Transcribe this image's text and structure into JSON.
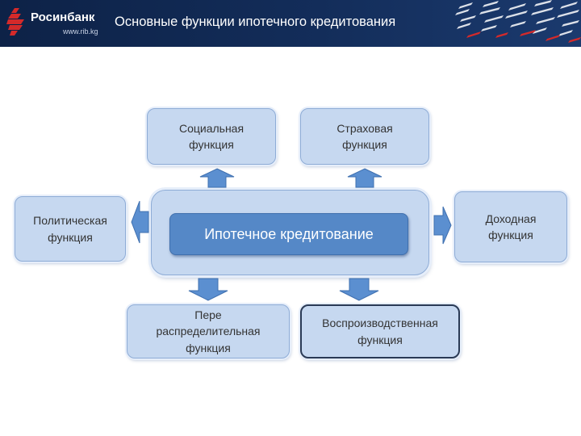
{
  "header": {
    "logo_name": "Росинбанк",
    "logo_url": "www.rib.kg",
    "title": "Основные функции ипотечного кредитования"
  },
  "diagram": {
    "center": "Ипотечное кредитование",
    "top_left": "Социальная\nфункция",
    "top_right": "Страховая\nфункция",
    "left": "Политическая\nфункция",
    "right": "Доходная\nфункция",
    "bottom_left": "Пере\nраспределительная\nфункция",
    "bottom_right": "Воспроизводственная\nфункция"
  },
  "colors": {
    "header_bg": "#132d5a",
    "box_fill": "#c6d8f0",
    "center_fill": "#5588c7",
    "arrow_fill": "#5b8fd0",
    "logo_red": "#d42a2a"
  }
}
